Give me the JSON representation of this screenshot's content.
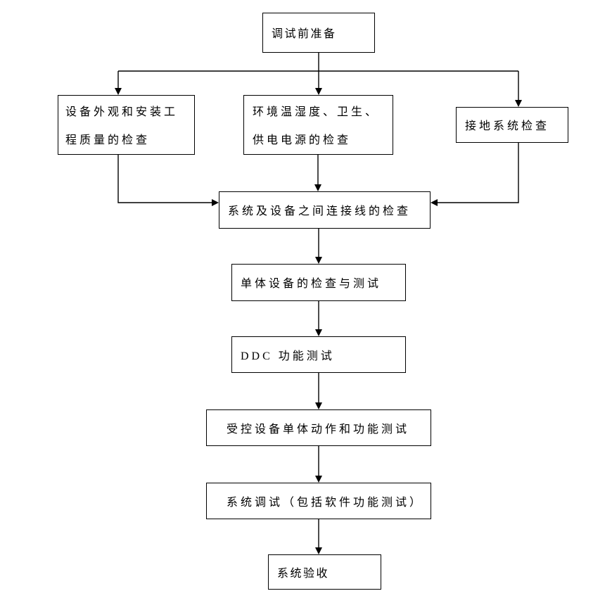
{
  "flowchart": {
    "type": "flowchart",
    "colors": {
      "background": "#ffffff",
      "line": "#000000",
      "box_border": "#000000",
      "text": "#000000"
    },
    "nodes": {
      "prep": {
        "label": "调试前准备"
      },
      "appearance_check": {
        "line1": "设备外观和安装工",
        "line2": "程质量的检查"
      },
      "environment_check": {
        "line1": "环境温湿度、卫生、",
        "line2": "供电电源的检查"
      },
      "grounding_check": {
        "label": "接地系统检查"
      },
      "connection_check": {
        "label": "系统及设备之间连接线的检查"
      },
      "unit_device_test": {
        "label": "单体设备的检查与测试"
      },
      "ddc_test": {
        "label": "DDC 功能测试"
      },
      "controlled_test": {
        "label": "受控设备单体动作和功能测试"
      },
      "system_debug": {
        "label": "系统调试（包括软件功能测试）"
      },
      "acceptance": {
        "label": "系统验收"
      }
    },
    "edges": [
      {
        "from": "prep",
        "to": "appearance_check"
      },
      {
        "from": "prep",
        "to": "environment_check"
      },
      {
        "from": "prep",
        "to": "grounding_check"
      },
      {
        "from": "appearance_check",
        "to": "connection_check"
      },
      {
        "from": "environment_check",
        "to": "connection_check"
      },
      {
        "from": "grounding_check",
        "to": "connection_check"
      },
      {
        "from": "connection_check",
        "to": "unit_device_test"
      },
      {
        "from": "unit_device_test",
        "to": "ddc_test"
      },
      {
        "from": "ddc_test",
        "to": "controlled_test"
      },
      {
        "from": "controlled_test",
        "to": "system_debug"
      },
      {
        "from": "system_debug",
        "to": "acceptance"
      }
    ]
  }
}
